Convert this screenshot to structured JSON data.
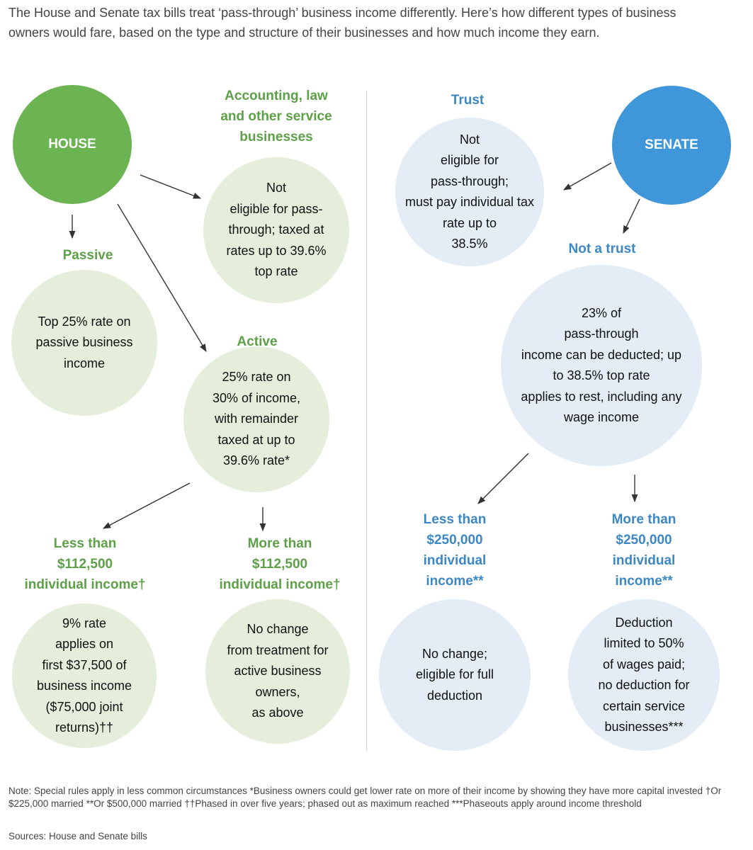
{
  "intro": "The House and Senate tax bills treat ‘pass-through’ business income differently. Here’s how different types of business owners would fare, based on the type and structure of their businesses and how much income they earn.",
  "house": {
    "hub": "HOUSE",
    "service": {
      "label": "Accounting, law\nand other service\nbusinesses",
      "text": "Not\neligible for pass-\nthrough; taxed at\nrates up to 39.6%\ntop rate"
    },
    "passive": {
      "label": "Passive",
      "text": "Top 25% rate on\npassive business\nincome"
    },
    "active": {
      "label": "Active",
      "text": "25% rate on\n30% of income,\nwith remainder\ntaxed at up to\n39.6% rate*"
    },
    "less": {
      "label": "Less than\n$112,500\nindividual income†",
      "text": "9% rate\napplies on\nfirst $37,500 of\nbusiness income\n($75,000 joint\nreturns)††"
    },
    "more": {
      "label": "More than\n$112,500\nindividual income†",
      "text": "No change\nfrom treatment for\nactive business\nowners,\nas above"
    }
  },
  "senate": {
    "hub": "SENATE",
    "trust": {
      "label": "Trust",
      "text": "Not\neligible for\npass-through;\nmust pay individual tax\nrate up to\n38.5%"
    },
    "not_trust": {
      "label": "Not a trust",
      "text": "23% of\npass-through\nincome can be deducted; up\nto 38.5% top rate\napplies to rest, including any\nwage income"
    },
    "less": {
      "label": "Less than\n$250,000\nindividual\nincome**",
      "text": "No change;\neligible for full\ndeduction"
    },
    "more": {
      "label": "More than\n$250,000\nindividual\nincome**",
      "text": "Deduction\nlimited to 50%\nof wages paid;\nno deduction for\ncertain service\nbusinesses***"
    }
  },
  "note": "Note: Special rules apply in less common circumstances   *Business owners could get lower rate on more of their income by showing they have more capital invested   †Or $225,000 married   **Or $500,000 married   ††Phased in over five years; phased out as maximum reached ***Phaseouts apply around income threshold",
  "sources": "Sources: House and Senate bills",
  "colors": {
    "house": "#6cb352",
    "house_light": "#e4eedb",
    "house_text": "#5da048",
    "senate": "#3f96d8",
    "senate_light": "#e4edf6",
    "senate_text": "#3d88c4"
  }
}
